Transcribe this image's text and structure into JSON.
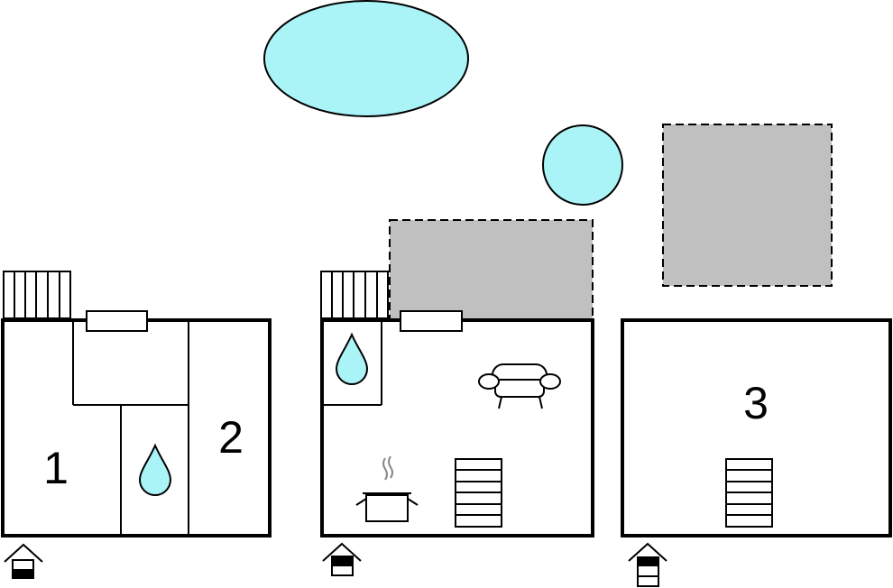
{
  "colors": {
    "water": "#aaf4f8",
    "terrace": "#c0c0c0",
    "wall": "#000000",
    "background": "#ffffff"
  },
  "rooms": {
    "bedroom_1": {
      "label": "1"
    },
    "bedroom_2": {
      "label": "2"
    },
    "bedroom_3": {
      "label": "3"
    }
  },
  "icons": [
    "pool-icon",
    "hot-tub-icon",
    "terrace-icon",
    "balcony-railing-icon",
    "window-icon",
    "bathroom-icon",
    "sofa-icon",
    "kitchen-pot-icon",
    "staircase-icon",
    "floor-indicator-icon"
  ]
}
